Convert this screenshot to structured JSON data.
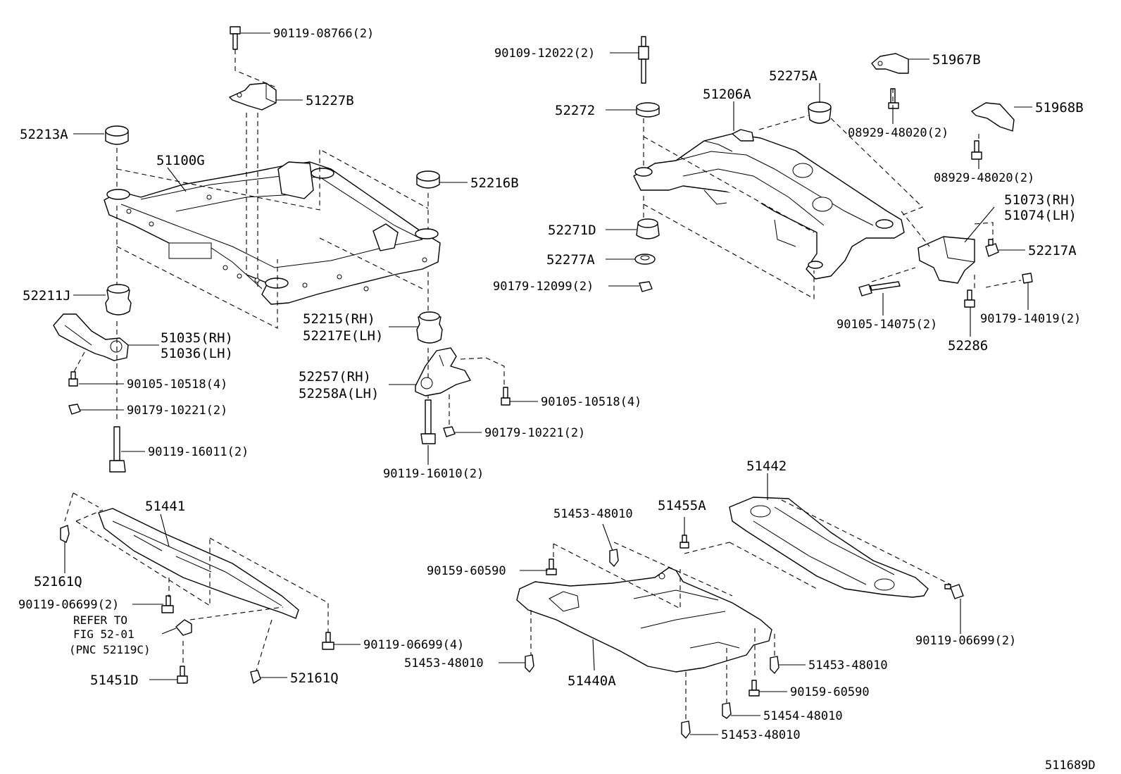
{
  "diagram": {
    "reference_number": "511689D",
    "labels": {
      "p90119_08766": "90119-08766(2)",
      "p51227B": "51227B",
      "p52213A": "52213A",
      "p51100G": "51100G",
      "p52216B": "52216B",
      "p52211J": "52211J",
      "p51035": "51035(RH)",
      "p51036": "51036(LH)",
      "p90105_10518_a": "90105-10518(4)",
      "p90179_10221_a": "90179-10221(2)",
      "p90119_16011": "90119-16011(2)",
      "p52215": "52215(RH)",
      "p52217E": "52217E(LH)",
      "p52257": "52257(RH)",
      "p52258A": "52258A(LH)",
      "p90105_10518_b": "90105-10518(4)",
      "p90179_10221_b": "90179-10221(2)",
      "p90119_16010": "90119-16010(2)",
      "p90109_12022": "90109-12022(2)",
      "p52272": "52272",
      "p52271D": "52271D",
      "p52277A": "52277A",
      "p90179_12099": "90179-12099(2)",
      "p52275A": "52275A",
      "p51206A": "51206A",
      "p51967B": "51967B",
      "p08929_48020_a": "08929-48020(2)",
      "p51968B": "51968B",
      "p08929_48020_b": "08929-48020(2)",
      "p51073": "51073(RH)",
      "p51074": "51074(LH)",
      "p52217A": "52217A",
      "p90105_14075": "90105-14075(2)",
      "p90179_14019": "90179-14019(2)",
      "p52286": "52286",
      "p51441": "51441",
      "p52161Q_a": "52161Q",
      "p90119_06699_a": "90119-06699(2)",
      "refer_line1": "REFER TO",
      "refer_line2": "FIG 52-01",
      "refer_line3": "(PNC 52119C)",
      "p90119_06699_b": "90119-06699(4)",
      "p51451D": "51451D",
      "p52161Q_b": "52161Q",
      "p51453_48010_a": "51453-48010",
      "p51455A": "51455A",
      "p51442": "51442",
      "p90159_60590_a": "90159-60590",
      "p51453_48010_b": "51453-48010",
      "p51440A": "51440A",
      "p51453_48010_c": "51453-48010",
      "p90159_60590_b": "90159-60590",
      "p51454_48010": "51454-48010",
      "p51453_48010_d": "51453-48010",
      "p90119_06699_c": "90119-06699(2)"
    }
  }
}
